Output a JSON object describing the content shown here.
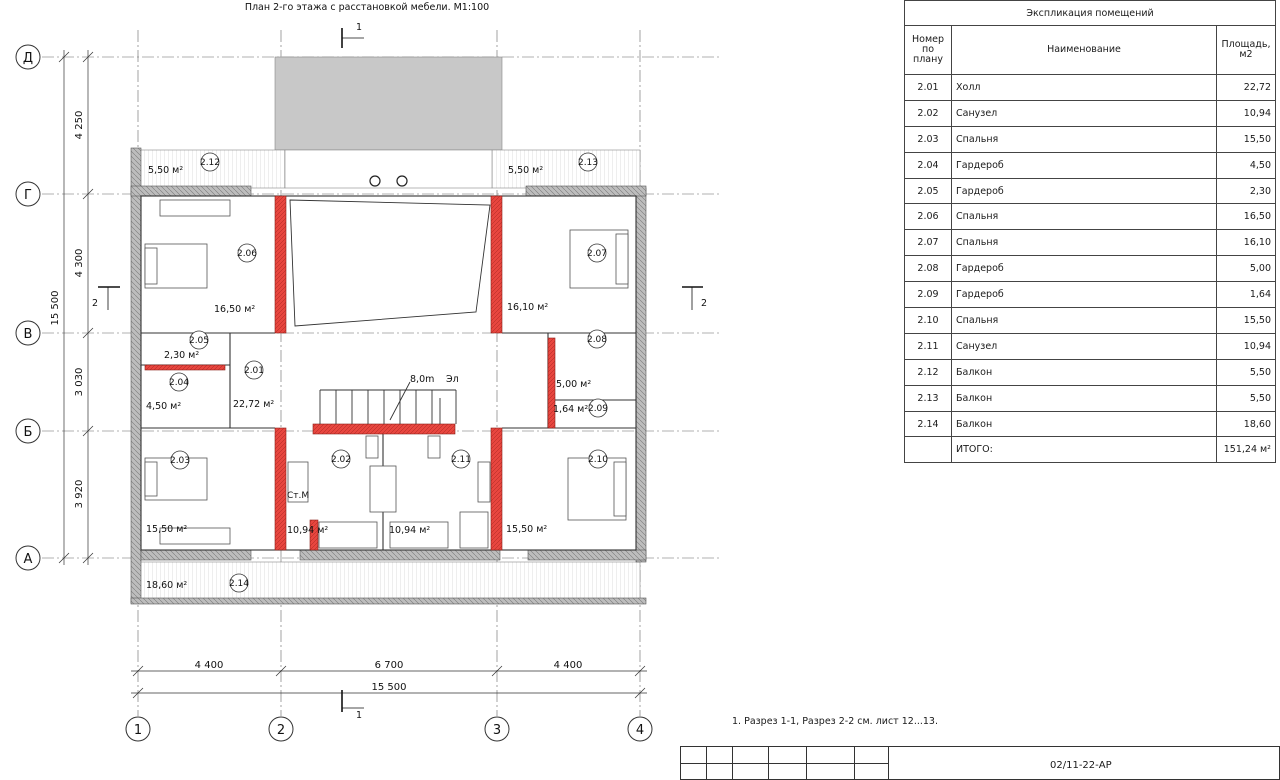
{
  "plan": {
    "title": "План 2-го этажа с расстановкой мебели. М1:100",
    "grid_rows": [
      "Д",
      "Г",
      "В",
      "Б",
      "А"
    ],
    "grid_cols": [
      "1",
      "2",
      "3",
      "4"
    ],
    "vertical_dims": [
      "4 250",
      "4 300",
      "3 030",
      "3 920"
    ],
    "vertical_total": "15 500",
    "horizontal_dims": [
      "4 400",
      "6 700",
      "4 400"
    ],
    "horizontal_total": "15 500",
    "section_1": "1",
    "section_2": "2",
    "level_mark": "8,0m",
    "elec_mark": "Эл",
    "cm_label": "Ст.М",
    "rooms": [
      {
        "num": "2.12",
        "area": "5,50 м²"
      },
      {
        "num": "2.13",
        "area": "5,50 м²"
      },
      {
        "num": "2.06",
        "area": "16,50 м²"
      },
      {
        "num": "2.07",
        "area": "16,10 м²"
      },
      {
        "num": "2.05",
        "area": "2,30 м²"
      },
      {
        "num": "2.08",
        "area": "5,00 м²"
      },
      {
        "num": "2.04",
        "area": "4,50 м²"
      },
      {
        "num": "2.01",
        "area": "22,72 м²"
      },
      {
        "num": "2.09",
        "area": "1,64 м²"
      },
      {
        "num": "2.03",
        "area": "15,50 м²"
      },
      {
        "num": "2.02",
        "area": "10,94 м²"
      },
      {
        "num": "2.11",
        "area": "10,94 м²"
      },
      {
        "num": "2.10",
        "area": "15,50 м²"
      },
      {
        "num": "2.14",
        "area": "18,60 м²"
      }
    ],
    "wall_color": "#e8463f",
    "hatch_color": "#9a9a9a",
    "void_color": "#c8c8c8"
  },
  "explication": {
    "title": "Экспликация помещений",
    "col_num": "Номер по плану",
    "col_num_lines": [
      "Номер",
      "по",
      "плану"
    ],
    "col_name": "Наименование",
    "col_area_lines": [
      "Площадь,",
      "м2"
    ],
    "rows": [
      {
        "num": "2.01",
        "name": "Холл",
        "area": "22,72"
      },
      {
        "num": "2.02",
        "name": "Санузел",
        "area": "10,94"
      },
      {
        "num": "2.03",
        "name": "Спальня",
        "area": "15,50"
      },
      {
        "num": "2.04",
        "name": "Гардероб",
        "area": "4,50"
      },
      {
        "num": "2.05",
        "name": "Гардероб",
        "area": "2,30"
      },
      {
        "num": "2.06",
        "name": "Спальня",
        "area": "16,50"
      },
      {
        "num": "2.07",
        "name": "Спальня",
        "area": "16,10"
      },
      {
        "num": "2.08",
        "name": "Гардероб",
        "area": "5,00"
      },
      {
        "num": "2.09",
        "name": "Гардероб",
        "area": "1,64"
      },
      {
        "num": "2.10",
        "name": "Спальня",
        "area": "15,50"
      },
      {
        "num": "2.11",
        "name": "Санузел",
        "area": "10,94"
      },
      {
        "num": "2.12",
        "name": "Балкон",
        "area": "5,50"
      },
      {
        "num": "2.13",
        "name": "Балкон",
        "area": "5,50"
      },
      {
        "num": "2.14",
        "name": "Балкон",
        "area": "18,60"
      }
    ],
    "total_label": "ИТОГО:",
    "total_area": "151,24 м²"
  },
  "note": "1. Разрез 1-1, Разрез 2-2 см. лист 12...13.",
  "stamp_code": "02/11-22-АР"
}
